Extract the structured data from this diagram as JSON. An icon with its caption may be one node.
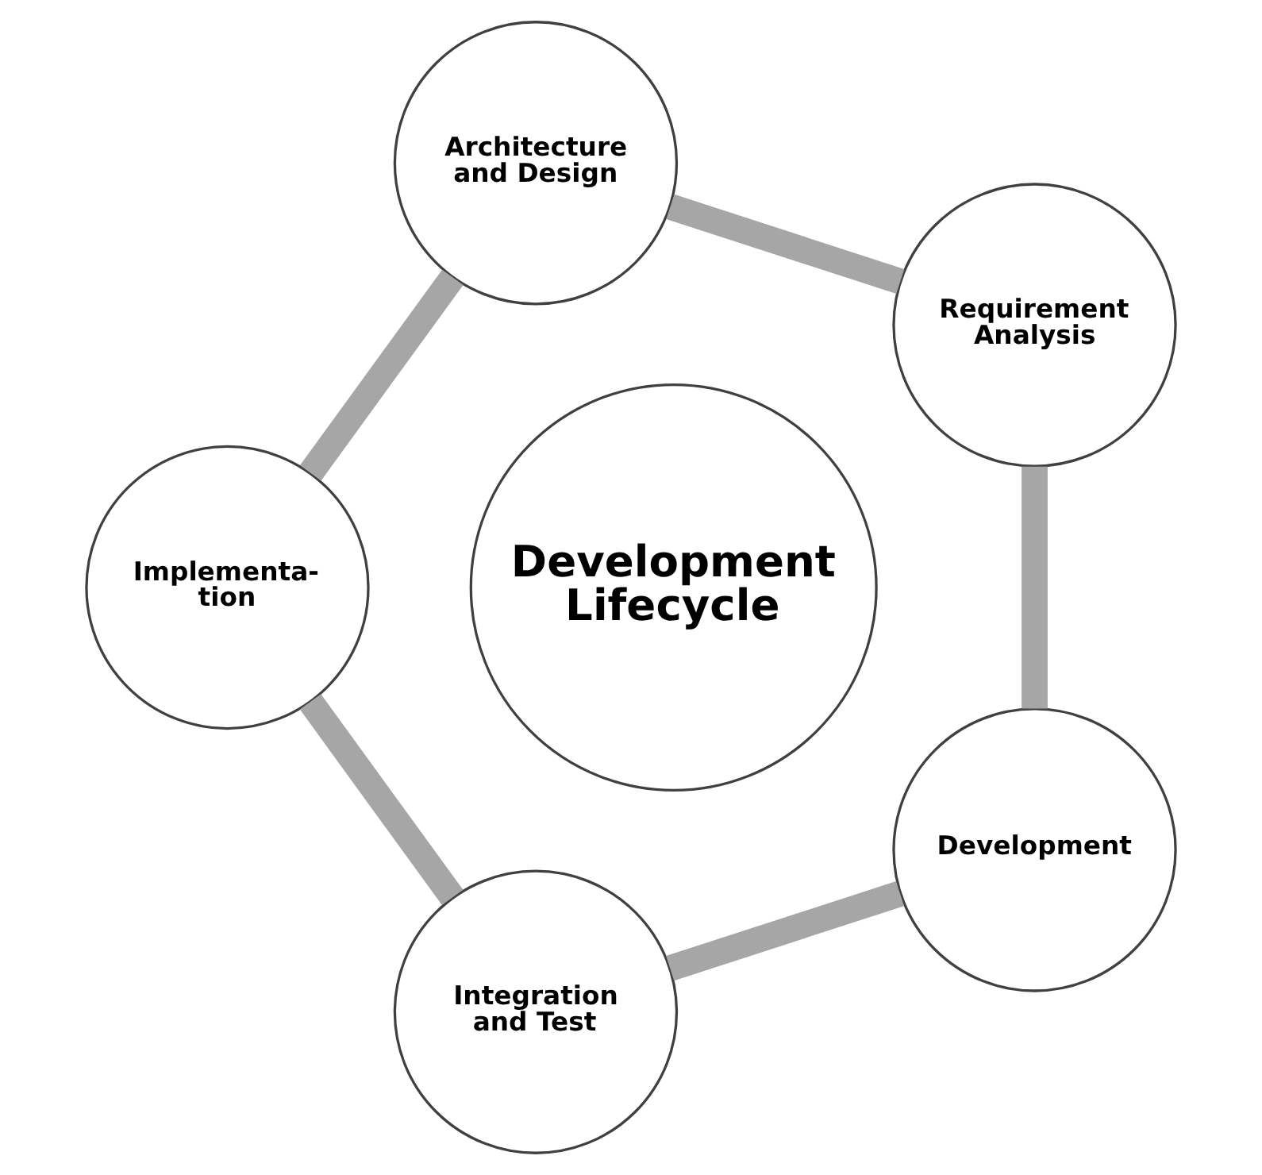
{
  "diagram": {
    "nodes": [
      {
        "text": [
          "Development Lifecycle"
        ]
      },
      {
        "text": [
          "Requirement Analysis"
        ]
      },
      {
        "text": [
          "Architecture and Design"
        ]
      },
      {
        "text": [
          "Implementa- tion"
        ]
      },
      {
        "text": [
          "Integration and Test"
        ]
      },
      {
        "text": [
          "Development"
        ]
      }
    ],
    "edges": [
      {
        "from": 1,
        "to": 2,
        "arrow": "none"
      },
      {
        "from": 2,
        "to": 3,
        "arrow": "none"
      },
      {
        "from": 3,
        "to": 4,
        "arrow": "none"
      },
      {
        "from": 4,
        "to": 5,
        "arrow": "none"
      },
      {
        "from": 5,
        "to": 1,
        "arrow": "none"
      }
    ]
  }
}
